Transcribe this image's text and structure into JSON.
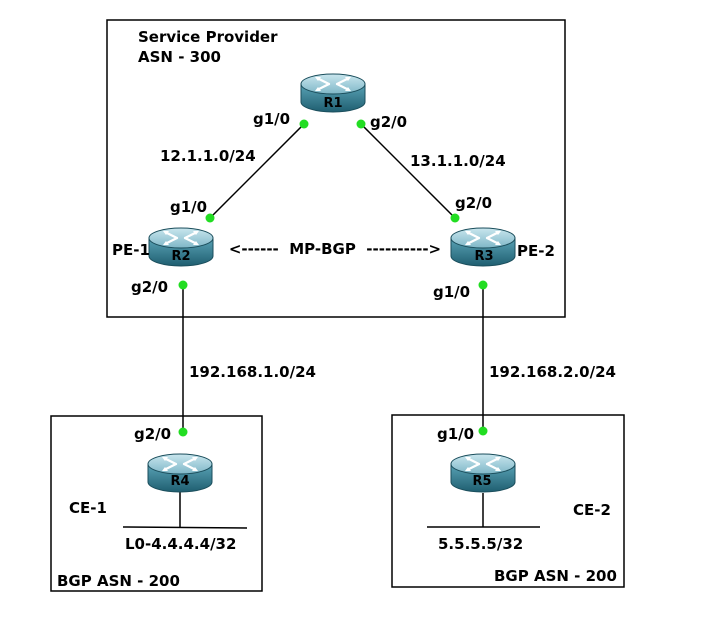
{
  "provider": {
    "title": "Service Provider",
    "asn": "ASN - 300"
  },
  "routers": {
    "r1": {
      "name": "R1"
    },
    "r2": {
      "name": "R2",
      "role": "PE-1"
    },
    "r3": {
      "name": "R3",
      "role": "PE-2"
    },
    "r4": {
      "name": "R4"
    },
    "r5": {
      "name": "R5"
    }
  },
  "interfaces": {
    "r1_left": "g1/0",
    "r1_right": "g2/0",
    "r2_top": "g1/0",
    "r2_bottom": "g2/0",
    "r3_top": "g2/0",
    "r3_bottom": "g1/0",
    "r4_top": "g2/0",
    "r5_top": "g1/0"
  },
  "links": {
    "r1_r2": "12.1.1.0/24",
    "r1_r3": "13.1.1.0/24",
    "r2_r4": "192.168.1.0/24",
    "r3_r5": "192.168.2.0/24",
    "mpbgp": "<------  MP-BGP  ---------->"
  },
  "ce1": {
    "name": "CE-1",
    "loopback": "L0-4.4.4.4/32",
    "asn": "BGP ASN - 200"
  },
  "ce2": {
    "name": "CE-2",
    "network": "5.5.5.5/32",
    "asn": "BGP ASN - 200"
  },
  "colors": {
    "link_dot": "#22dd22",
    "router_body": "#2f7f94",
    "router_top": "#9dc9d6"
  }
}
